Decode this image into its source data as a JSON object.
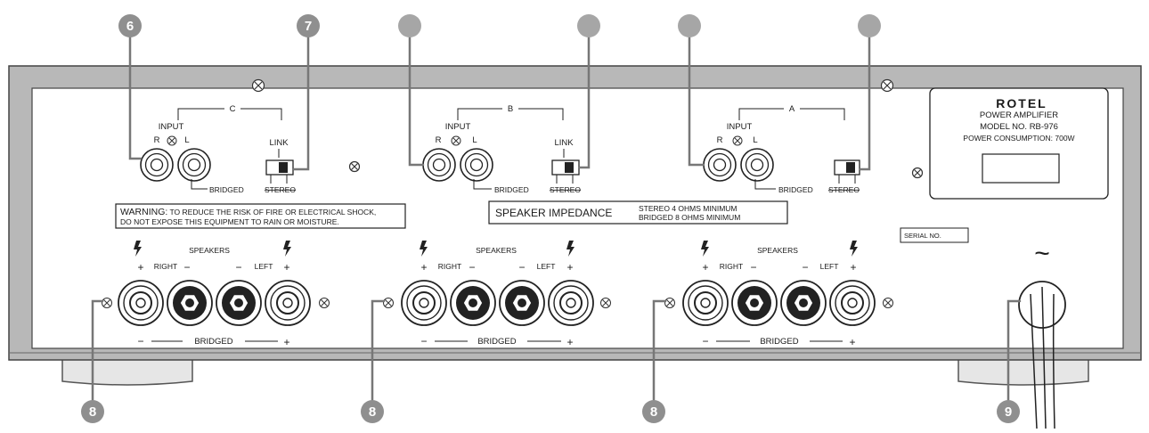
{
  "callouts": {
    "c6": "6",
    "c7": "7",
    "c8": "8",
    "c9": "9"
  },
  "channels": [
    {
      "letter": "C",
      "input_label": "INPUT",
      "r": "R",
      "l": "L",
      "link": "LINK",
      "bridged": "BRIDGED",
      "stereo": "STEREO"
    },
    {
      "letter": "B",
      "input_label": "INPUT",
      "r": "R",
      "l": "L",
      "link": "LINK",
      "bridged": "BRIDGED",
      "stereo": "STEREO"
    },
    {
      "letter": "A",
      "input_label": "INPUT",
      "r": "R",
      "l": "L",
      "link": "",
      "bridged": "BRIDGED",
      "stereo": "STEREO"
    }
  ],
  "speakers": {
    "title": "SPEAKERS",
    "right": "RIGHT",
    "left": "LEFT",
    "plus": "+",
    "minus": "−",
    "bridged": "BRIDGED"
  },
  "warning": {
    "line1_head": "WARNING:",
    "line1_rest": "TO REDUCE THE RISK OF FIRE OR ELECTRICAL SHOCK,",
    "line2": "DO NOT EXPOSE THIS EQUIPMENT TO RAIN OR MOISTURE."
  },
  "impedance": {
    "title": "SPEAKER IMPEDANCE",
    "line1": "STEREO 4 OHMS MINIMUM",
    "line2": "BRIDGED 8 OHMS MINIMUM"
  },
  "label_plate": {
    "brand": "ROTEL",
    "product": "POWER AMPLIFIER",
    "model": "MODEL NO. RB-976",
    "power": "POWER CONSUMPTION: 700W"
  },
  "serial": "SERIAL NO.",
  "ac_symbol": "~"
}
